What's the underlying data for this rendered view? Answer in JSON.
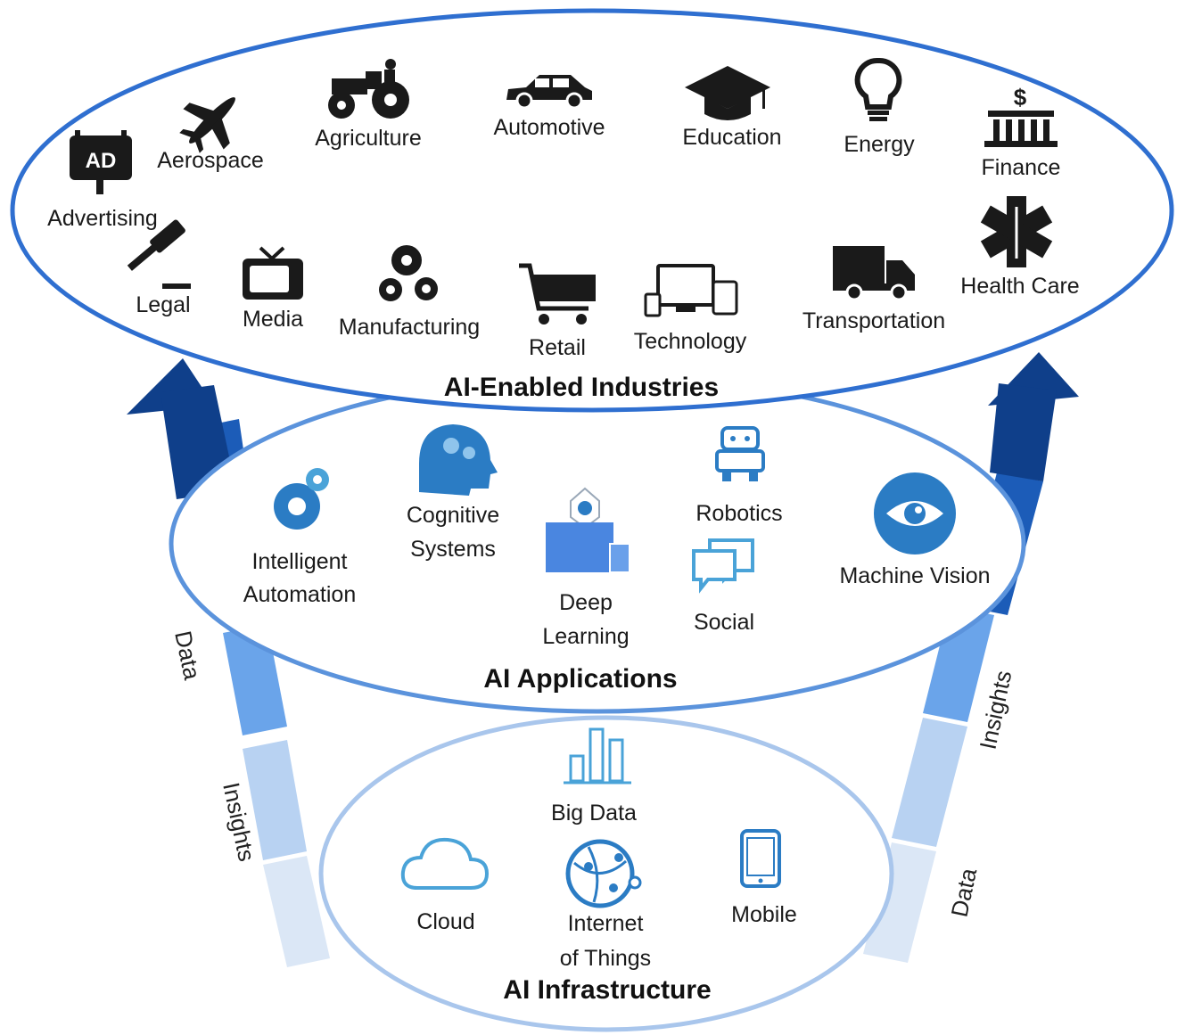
{
  "layers": {
    "industries": {
      "title": "AI-Enabled Industries",
      "items": {
        "advertising": "Advertising",
        "ad_badge": "AD",
        "aerospace": "Aerospace",
        "agriculture": "Agriculture",
        "automotive": "Automotive",
        "education": "Education",
        "energy": "Energy",
        "finance": "Finance",
        "finance_symbol": "$",
        "legal": "Legal",
        "media": "Media",
        "manufacturing": "Manufacturing",
        "retail": "Retail",
        "technology": "Technology",
        "transportation": "Transportation",
        "health_care": "Health Care"
      }
    },
    "applications": {
      "title": "AI Applications",
      "items": {
        "intelligent_automation": [
          "Intelligent",
          "Automation"
        ],
        "cognitive_systems": [
          "Cognitive",
          "Systems"
        ],
        "deep_learning": [
          "Deep",
          "Learning"
        ],
        "robotics": "Robotics",
        "social": "Social",
        "machine_vision": "Machine Vision"
      }
    },
    "infrastructure": {
      "title": "AI Infrastructure",
      "items": {
        "big_data": "Big Data",
        "cloud": "Cloud",
        "iot": [
          "Internet",
          "of Things"
        ],
        "mobile": "Mobile"
      }
    }
  },
  "flows": {
    "left": {
      "upper": "Data",
      "lower": "Insights"
    },
    "right": {
      "upper": "Insights",
      "lower": "Data"
    }
  },
  "colors": {
    "industries_ring": "#2f6fd0",
    "applications_ring": "#5b93dc",
    "infrastructure_ring": "#a9c6ec",
    "arrow_dark": "#0f3f8a",
    "arrow_mid": "#5a9be8",
    "arrow_light": "#a9c9f1",
    "arrow_faint": "#dbe7f6",
    "icon_dark": "#111111",
    "icon_blue": "#2b7cc4",
    "icon_light_blue": "#4aa3d8"
  }
}
